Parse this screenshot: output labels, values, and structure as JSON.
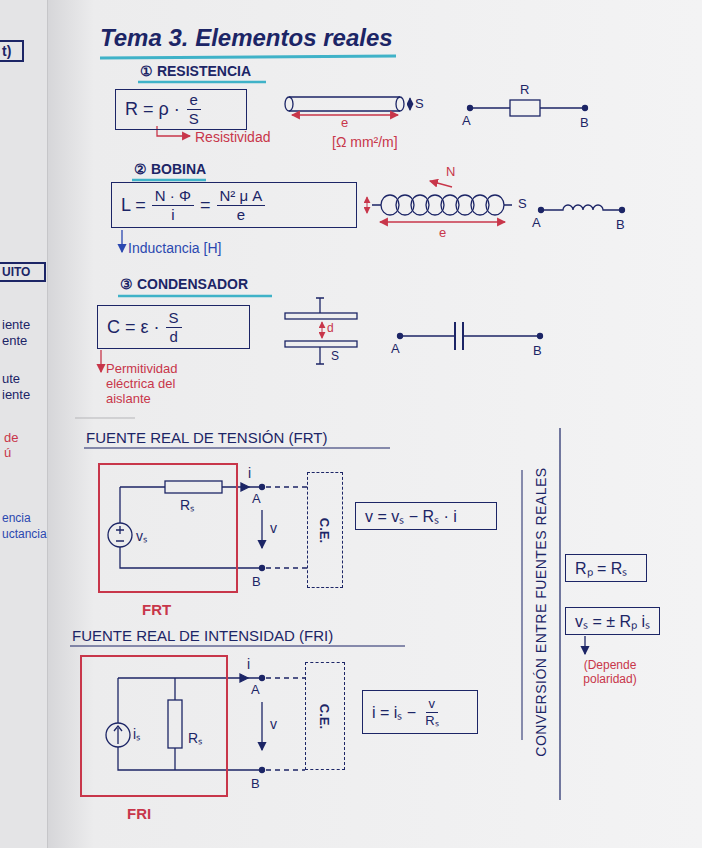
{
  "diagram": {
    "title": "Tema 3. Elementos reales",
    "nodes": [
      {
        "text": [
          "t)"
        ]
      },
      {
        "text": [
          "UITO"
        ]
      },
      {
        "text": [
          "R = ρ ·",
          "e",
          "S"
        ]
      },
      {
        "text": [
          "L =",
          "N · Φ",
          "i",
          "=",
          "N² μ A",
          "e"
        ]
      },
      {
        "text": [
          "C = ε ·",
          "S",
          "d"
        ]
      },
      {
        "text": [
          "FRT"
        ]
      },
      {
        "text": [
          "C.E."
        ]
      },
      {
        "text": [
          "v = vₛ − Rₛ · i"
        ]
      },
      {
        "text": [
          "FRI"
        ]
      },
      {
        "text": [
          "C.E."
        ]
      },
      {
        "text": [
          "i = iₛ −",
          "v",
          "Rₛ"
        ]
      },
      {
        "text": [
          "Rₚ = Rₛ"
        ]
      },
      {
        "text": [
          "vₛ = ± Rₚ iₛ"
        ]
      }
    ],
    "labels": [
      "① RESISTENCIA",
      "Resistividad",
      "[Ω mm²/m]",
      "e",
      "S",
      "R",
      "A",
      "B",
      "② BOBINA",
      "Inductancia [H]",
      "N",
      "e",
      "S",
      "A",
      "B",
      "③ CONDENSADOR",
      "Permitividad eléctrica del aislante",
      "d",
      "S",
      "A",
      "B",
      "FUENTE REAL DE TENSIÓN (FRT)",
      "Rₛ",
      "vₛ",
      "i",
      "A",
      "v",
      "B",
      "FUENTE REAL DE INTENSIDAD (FRI)",
      "iₛ",
      "Rₛ",
      "i",
      "A",
      "v",
      "B",
      "CONVERSIÓN ENTRE FUENTES REALES",
      "(Depende polaridad)",
      "iente",
      "ente",
      "ute",
      "iente",
      "de",
      "ú",
      "encia",
      "uctancia"
    ]
  }
}
